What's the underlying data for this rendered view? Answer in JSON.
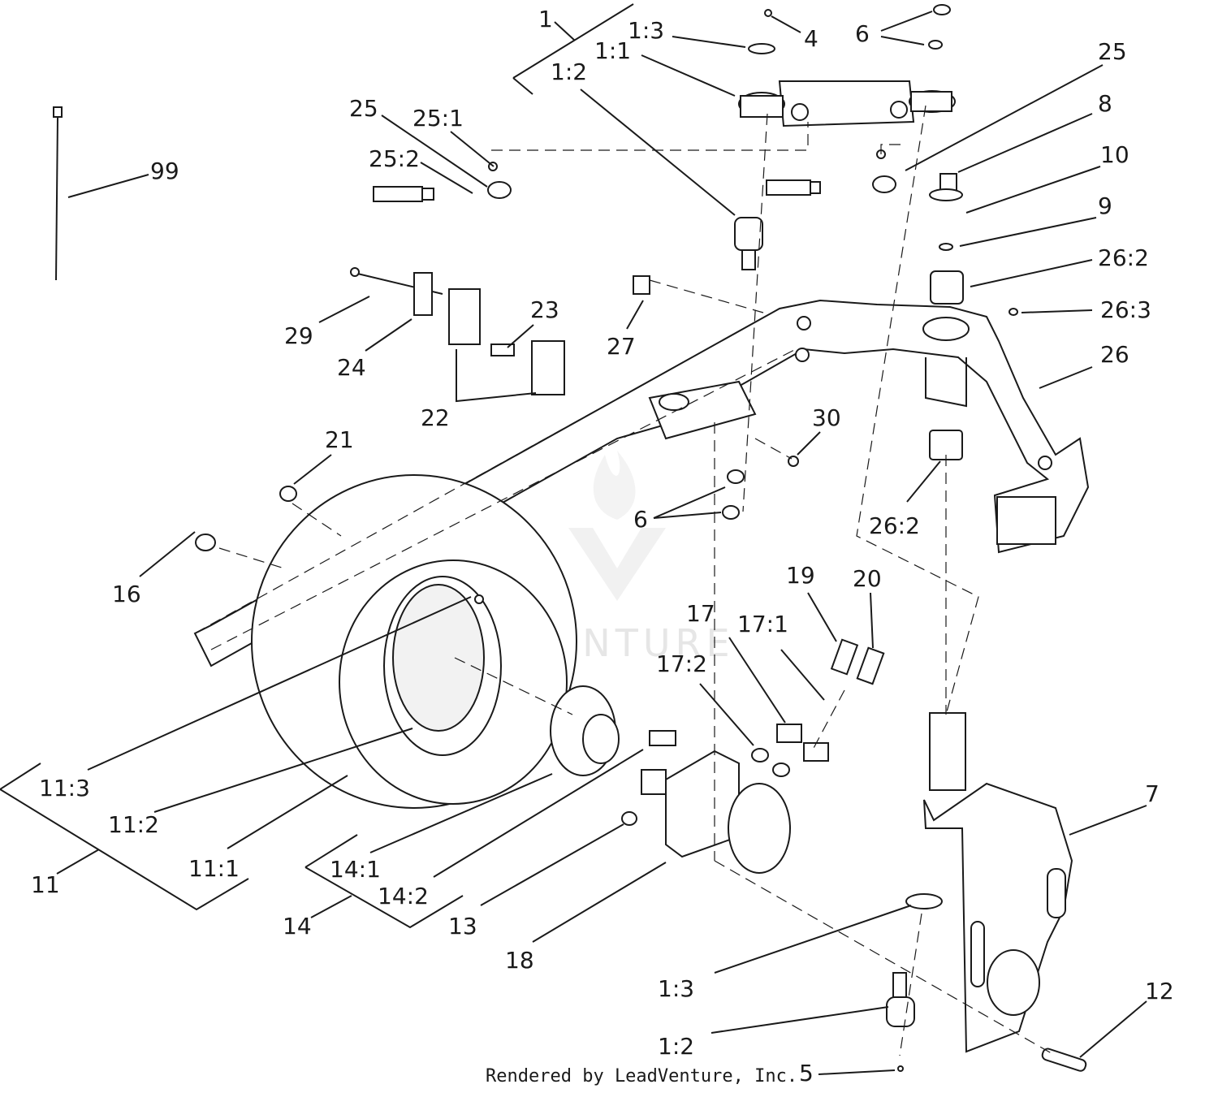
{
  "callouts": [
    "1",
    "1:3",
    "4",
    "6",
    "1:1",
    "1:2",
    "25",
    "25:1",
    "25:2",
    "99",
    "25",
    "8",
    "10",
    "9",
    "26:2",
    "26:3",
    "26",
    "29",
    "24",
    "23",
    "22",
    "27",
    "30",
    "21",
    "6",
    "16",
    "26:2",
    "19",
    "20",
    "17",
    "17:1",
    "17:2",
    "7",
    "11:3",
    "11:2",
    "11:1",
    "11",
    "14:1",
    "14:2",
    "14",
    "13",
    "18",
    "1:3",
    "1:2",
    "5",
    "12"
  ],
  "footer": {
    "credit": "Rendered by LeadVenture, Inc."
  },
  "watermark": {
    "text": "LEADVENTURE"
  }
}
